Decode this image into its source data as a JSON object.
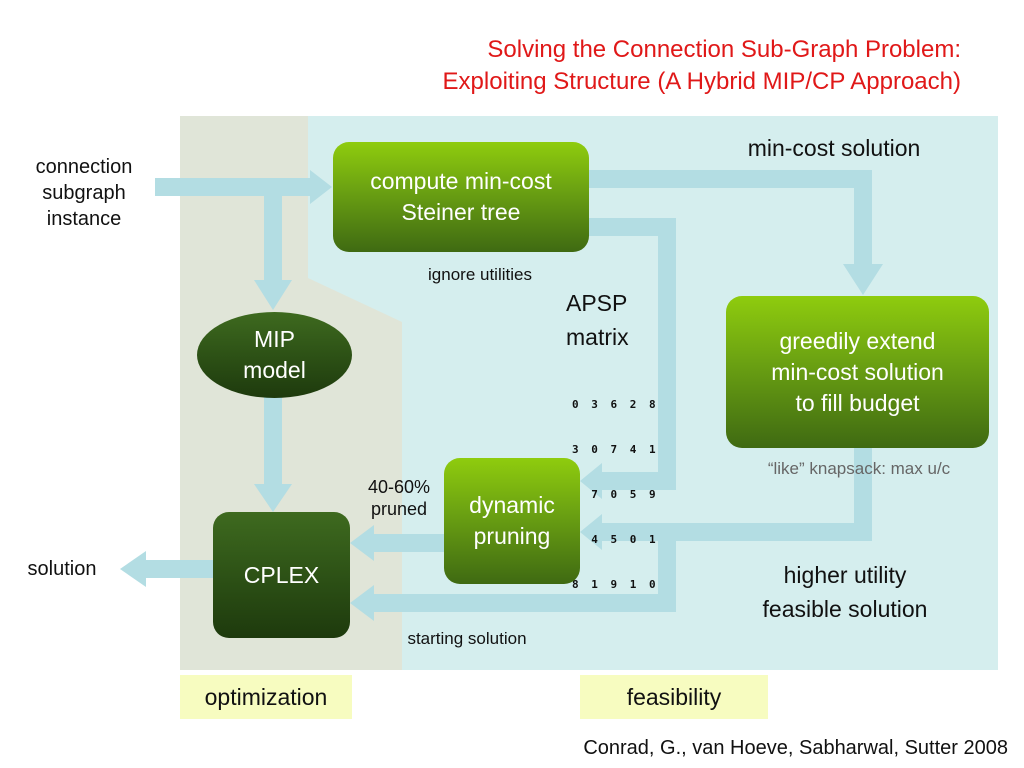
{
  "title": {
    "line1": "Solving the Connection Sub-Graph Problem:",
    "line2": "Exploiting Structure (A Hybrid MIP/CP Approach)"
  },
  "colors": {
    "title": "#e01818",
    "optimization_region": "#e0e5d8",
    "feasibility_region": "#d5eeee",
    "arrow": "#b3dde3",
    "tag_background": "#f7fcc0"
  },
  "inputs": {
    "instance_line1": "connection",
    "instance_line2": "subgraph",
    "instance_line3": "instance",
    "solution": "solution"
  },
  "boxes": {
    "steiner_line1": "compute min-cost",
    "steiner_line2": "Steiner tree",
    "mip_line1": "MIP",
    "mip_line2": "model",
    "greedy_line1": "greedily extend",
    "greedy_line2": "min-cost solution",
    "greedy_line3": "to fill budget",
    "pruning_line1": "dynamic",
    "pruning_line2": "pruning",
    "cplex": "CPLEX"
  },
  "labels": {
    "ignore_utilities": "ignore utilities",
    "apsp_line1": "APSP",
    "apsp_line2": "matrix",
    "min_cost_solution": "min-cost solution",
    "like_knapsack": "“like” knapsack: max u/c",
    "pruned_line1": "40-60%",
    "pruned_line2": "pruned",
    "higher_utility_line1": "higher utility",
    "higher_utility_line2": "feasible solution",
    "starting_solution": "starting solution"
  },
  "apsp_matrix": [
    "0 3 6 2 8",
    "3 0 7 4 1",
    "6 7 0 5 9",
    "2 4 5 0 1",
    "8 1 9 1 0"
  ],
  "tags": {
    "optimization": "optimization",
    "feasibility": "feasibility"
  },
  "citation": "Conrad, G., van Hoeve,  Sabharwal, Sutter 2008"
}
